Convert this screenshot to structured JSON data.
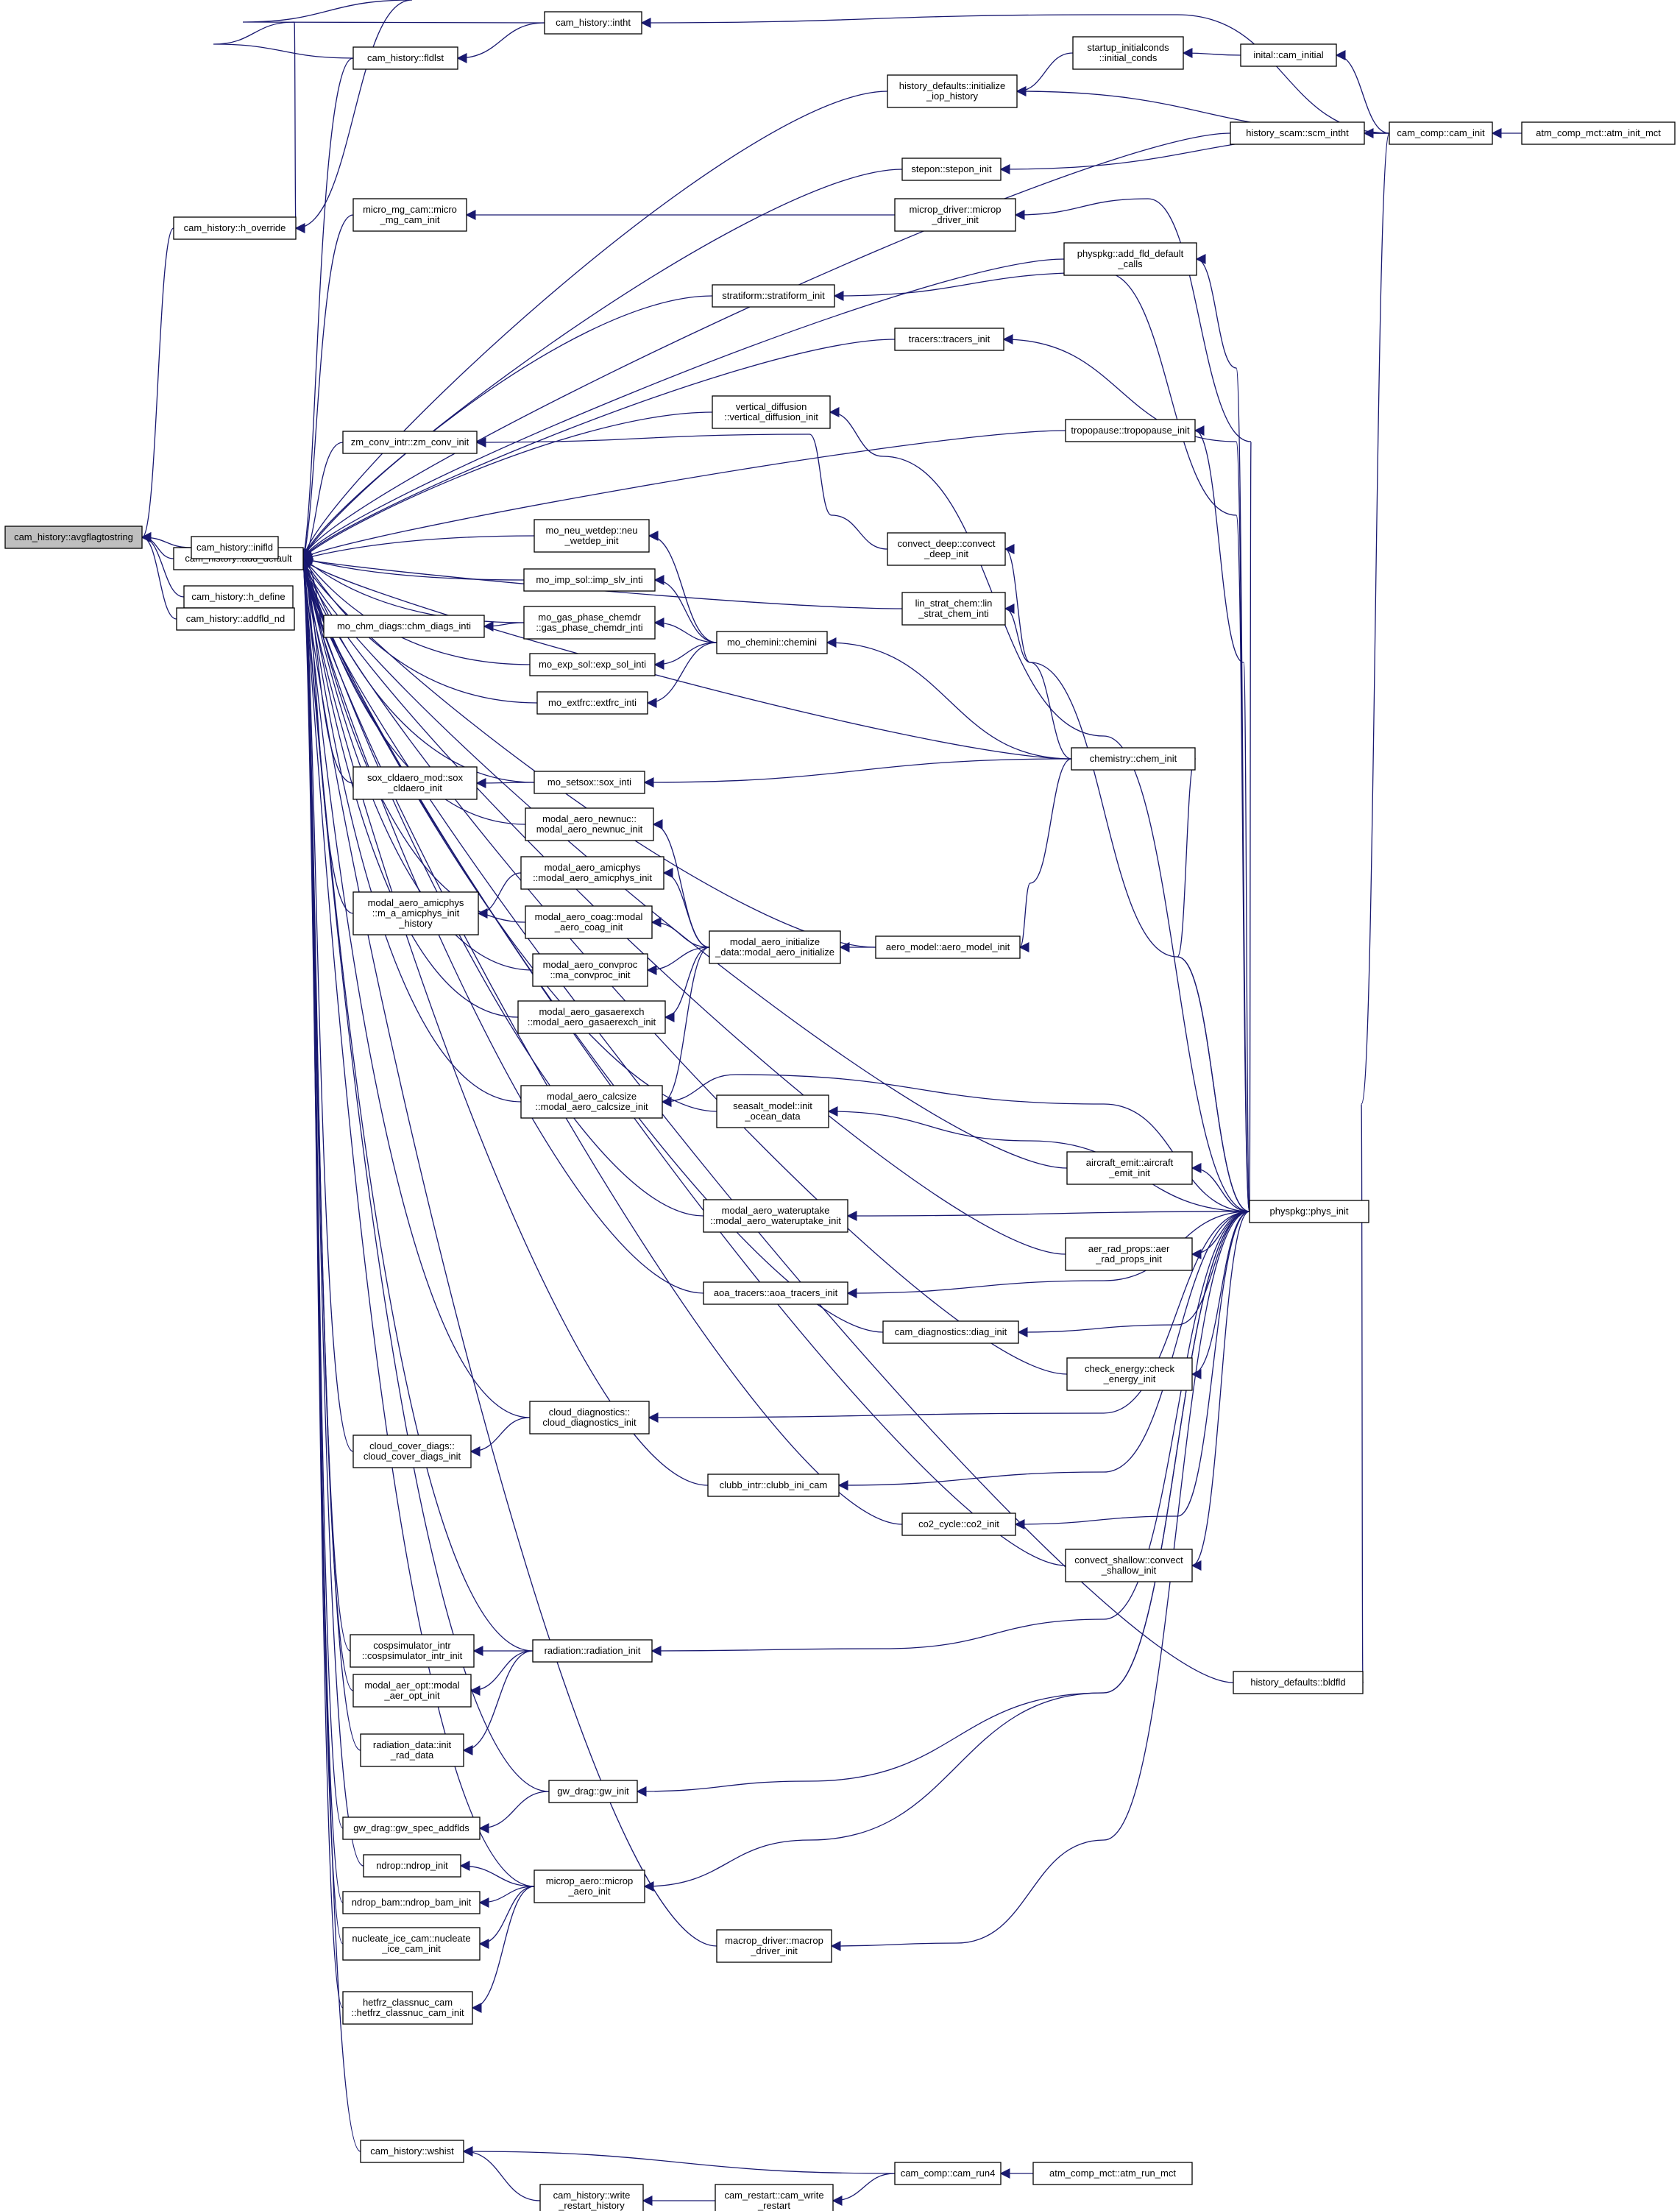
{
  "diagram": {
    "type": "call-graph",
    "edge_color": "#191970",
    "root_fill": "#bfbfbf",
    "nodes": [
      {
        "id": "avgflag",
        "lines": [
          "cam_history::avgflagtostring"
        ]
      },
      {
        "id": "add_default",
        "lines": [
          "cam_history::add_default"
        ]
      },
      {
        "id": "h_define",
        "lines": [
          "cam_history::h_define"
        ]
      },
      {
        "id": "addfld_nd",
        "lines": [
          "cam_history::addfld_nd"
        ]
      },
      {
        "id": "h_override",
        "lines": [
          "cam_history::h_override"
        ]
      },
      {
        "id": "inifld",
        "lines": [
          "cam_history::inifld"
        ]
      },
      {
        "id": "fldlst",
        "lines": [
          "cam_history::fldlst"
        ]
      },
      {
        "id": "intht",
        "lines": [
          "cam_history::intht"
        ]
      },
      {
        "id": "startup",
        "lines": [
          "startup_initialconds",
          "::initial_conds"
        ]
      },
      {
        "id": "inital",
        "lines": [
          "inital::cam_initial"
        ]
      },
      {
        "id": "hist_def_iop",
        "lines": [
          "history_defaults::initialize",
          "_iop_history"
        ]
      },
      {
        "id": "cam_init",
        "lines": [
          "cam_comp::cam_init"
        ]
      },
      {
        "id": "atm_init",
        "lines": [
          "atm_comp_mct::atm_init_mct"
        ]
      },
      {
        "id": "scm_intht",
        "lines": [
          "history_scam::scm_intht"
        ]
      },
      {
        "id": "stepon",
        "lines": [
          "stepon::stepon_init"
        ]
      },
      {
        "id": "micro_mg",
        "lines": [
          "micro_mg_cam::micro",
          "_mg_cam_init"
        ]
      },
      {
        "id": "microp_drv",
        "lines": [
          "microp_driver::microp",
          "_driver_init"
        ]
      },
      {
        "id": "add_fld_def",
        "lines": [
          "physpkg::add_fld_default",
          "_calls"
        ]
      },
      {
        "id": "stratiform",
        "lines": [
          "stratiform::stratiform_init"
        ]
      },
      {
        "id": "tracers",
        "lines": [
          "tracers::tracers_init"
        ]
      },
      {
        "id": "vdiff",
        "lines": [
          "vertical_diffusion",
          "::vertical_diffusion_init"
        ]
      },
      {
        "id": "tropopause",
        "lines": [
          "tropopause::tropopause_init"
        ]
      },
      {
        "id": "zm_conv",
        "lines": [
          "zm_conv_intr::zm_conv_init"
        ]
      },
      {
        "id": "mo_neu",
        "lines": [
          "mo_neu_wetdep::neu",
          "_wetdep_init"
        ]
      },
      {
        "id": "convect_deep",
        "lines": [
          "convect_deep::convect",
          "_deep_init"
        ]
      },
      {
        "id": "mo_imp",
        "lines": [
          "mo_imp_sol::imp_slv_inti"
        ]
      },
      {
        "id": "lin_strat",
        "lines": [
          "lin_strat_chem::lin",
          "_strat_chem_inti"
        ]
      },
      {
        "id": "mo_chm_diags",
        "lines": [
          "mo_chm_diags::chm_diags_inti"
        ]
      },
      {
        "id": "mo_gas",
        "lines": [
          "mo_gas_phase_chemdr",
          "::gas_phase_chemdr_inti"
        ]
      },
      {
        "id": "mo_chemini",
        "lines": [
          "mo_chemini::chemini"
        ]
      },
      {
        "id": "mo_exp",
        "lines": [
          "mo_exp_sol::exp_sol_inti"
        ]
      },
      {
        "id": "mo_extfrc",
        "lines": [
          "mo_extfrc::extfrc_inti"
        ]
      },
      {
        "id": "chem_init",
        "lines": [
          "chemistry::chem_init"
        ]
      },
      {
        "id": "sox_cld",
        "lines": [
          "sox_cldaero_mod::sox",
          "_cldaero_init"
        ]
      },
      {
        "id": "mo_setsox",
        "lines": [
          "mo_setsox::sox_inti"
        ]
      },
      {
        "id": "newnuc",
        "lines": [
          "modal_aero_newnuc::",
          "modal_aero_newnuc_init"
        ]
      },
      {
        "id": "amicphys",
        "lines": [
          "modal_aero_amicphys",
          "::modal_aero_amicphys_init"
        ]
      },
      {
        "id": "m_a_amicphys",
        "lines": [
          "modal_aero_amicphys",
          "::m_a_amicphys_init",
          "_history"
        ]
      },
      {
        "id": "coag",
        "lines": [
          "modal_aero_coag::modal",
          "_aero_coag_init"
        ]
      },
      {
        "id": "ma_init",
        "lines": [
          "modal_aero_initialize",
          "_data::modal_aero_initialize"
        ]
      },
      {
        "id": "aero_model",
        "lines": [
          "aero_model::aero_model_init"
        ]
      },
      {
        "id": "convproc",
        "lines": [
          "modal_aero_convproc",
          "::ma_convproc_init"
        ]
      },
      {
        "id": "gasaerexch",
        "lines": [
          "modal_aero_gasaerexch",
          "::modal_aero_gasaerexch_init"
        ]
      },
      {
        "id": "calcsize",
        "lines": [
          "modal_aero_calcsize",
          "::modal_aero_calcsize_init"
        ]
      },
      {
        "id": "seasalt",
        "lines": [
          "seasalt_model::init",
          "_ocean_data"
        ]
      },
      {
        "id": "aircraft",
        "lines": [
          "aircraft_emit::aircraft",
          "_emit_init"
        ]
      },
      {
        "id": "phys_init",
        "lines": [
          "physpkg::phys_init"
        ]
      },
      {
        "id": "wateruptake",
        "lines": [
          "modal_aero_wateruptake",
          "::modal_aero_wateruptake_init"
        ]
      },
      {
        "id": "aer_rad",
        "lines": [
          "aer_rad_props::aer",
          "_rad_props_init"
        ]
      },
      {
        "id": "aoa",
        "lines": [
          "aoa_tracers::aoa_tracers_init"
        ]
      },
      {
        "id": "cam_diag",
        "lines": [
          "cam_diagnostics::diag_init"
        ]
      },
      {
        "id": "check_energy",
        "lines": [
          "check_energy::check",
          "_energy_init"
        ]
      },
      {
        "id": "cloud_diag",
        "lines": [
          "cloud_diagnostics::",
          "cloud_diagnostics_init"
        ]
      },
      {
        "id": "cloud_cover",
        "lines": [
          "cloud_cover_diags::",
          "cloud_cover_diags_init"
        ]
      },
      {
        "id": "clubb",
        "lines": [
          "clubb_intr::clubb_ini_cam"
        ]
      },
      {
        "id": "co2",
        "lines": [
          "co2_cycle::co2_init"
        ]
      },
      {
        "id": "convect_shallow",
        "lines": [
          "convect_shallow::convect",
          "_shallow_init"
        ]
      },
      {
        "id": "cospsim",
        "lines": [
          "cospsimulator_intr",
          "::cospsimulator_intr_init"
        ]
      },
      {
        "id": "radiation",
        "lines": [
          "radiation::radiation_init"
        ]
      },
      {
        "id": "bldfld",
        "lines": [
          "history_defaults::bldfld"
        ]
      },
      {
        "id": "modal_aer_opt",
        "lines": [
          "modal_aer_opt::modal",
          "_aer_opt_init"
        ]
      },
      {
        "id": "rad_data",
        "lines": [
          "radiation_data::init",
          "_rad_data"
        ]
      },
      {
        "id": "gw_init",
        "lines": [
          "gw_drag::gw_init"
        ]
      },
      {
        "id": "gw_spec",
        "lines": [
          "gw_drag::gw_spec_addflds"
        ]
      },
      {
        "id": "ndrop",
        "lines": [
          "ndrop::ndrop_init"
        ]
      },
      {
        "id": "ndrop_bam",
        "lines": [
          "ndrop_bam::ndrop_bam_init"
        ]
      },
      {
        "id": "microp_aero",
        "lines": [
          "microp_aero::microp",
          "_aero_init"
        ]
      },
      {
        "id": "nucleate",
        "lines": [
          "nucleate_ice_cam::nucleate",
          "_ice_cam_init"
        ]
      },
      {
        "id": "macrop",
        "lines": [
          "macrop_driver::macrop",
          "_driver_init"
        ]
      },
      {
        "id": "hetfrz",
        "lines": [
          "hetfrz_classnuc_cam",
          "::hetfrz_classnuc_cam_init"
        ]
      },
      {
        "id": "wshist",
        "lines": [
          "cam_history::wshist"
        ]
      },
      {
        "id": "cam_run4",
        "lines": [
          "cam_comp::cam_run4"
        ]
      },
      {
        "id": "atm_run",
        "lines": [
          "atm_comp_mct::atm_run_mct"
        ]
      },
      {
        "id": "write_restart",
        "lines": [
          "cam_history::write",
          "_restart_history"
        ]
      },
      {
        "id": "cam_write_restart",
        "lines": [
          "cam_restart::cam_write",
          "_restart"
        ]
      }
    ]
  }
}
